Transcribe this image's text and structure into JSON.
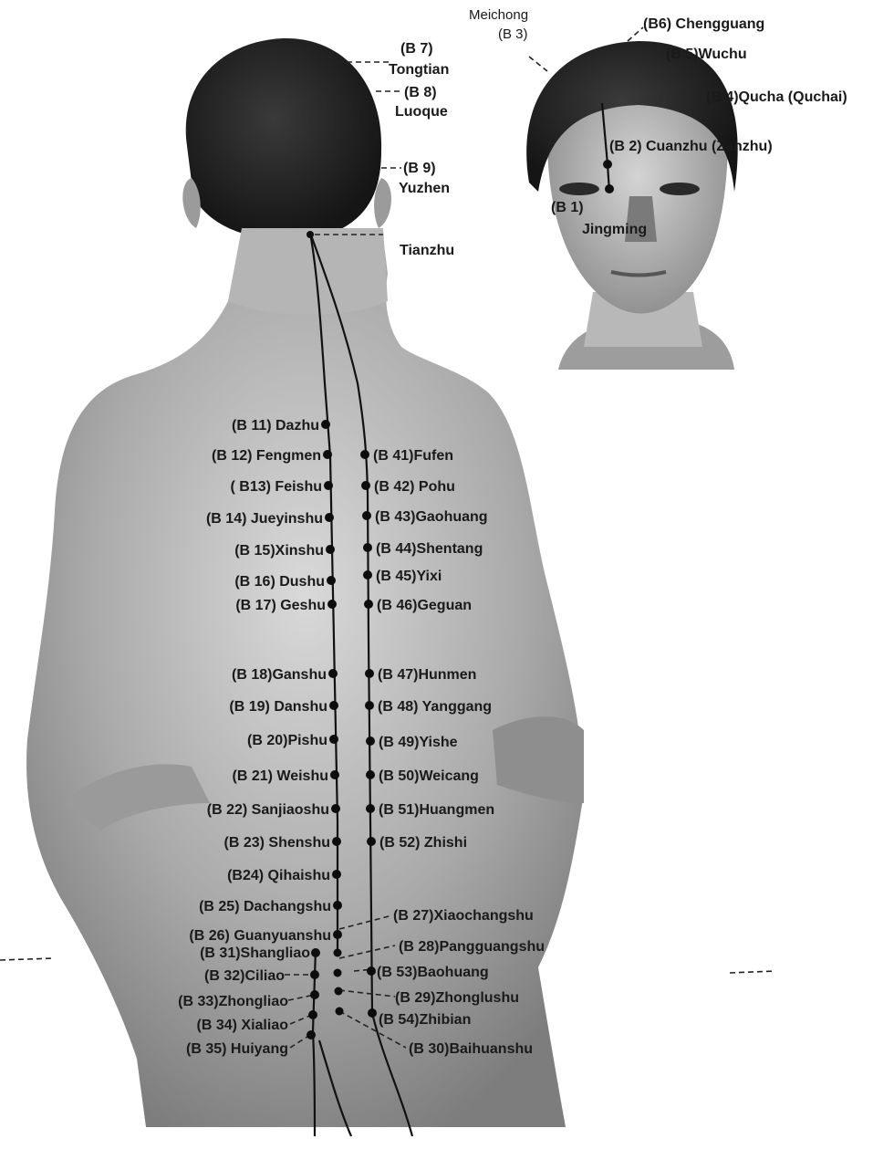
{
  "head_labels": {
    "b7_code": "(B 7)",
    "b7_name": "Tongtian",
    "b8_code": "(B 8)",
    "b8_name": "Luoque",
    "b9_code": "(B 9)",
    "b9_name": "Yuzhen",
    "b10_name": "Tianzhu"
  },
  "face_labels": {
    "b3_name": "Meichong",
    "b3_code": "(B 3)",
    "b6": "(B6) Chengguang",
    "b5": "(B 5)Wuchu",
    "b4": "(B 4)Qucha (Quchai)",
    "b2": "(B 2) Cuanzhu (Zanzhu)",
    "b1_code": "(B 1)",
    "b1_name": "Jingming"
  },
  "inner_line": [
    "(B 11) Dazhu",
    "(B 12) Fengmen",
    "( B13) Feishu",
    "(B 14) Jueyinshu",
    "(B 15)Xinshu",
    "(B 16) Dushu",
    "(B 17) Geshu",
    "(B 18)Ganshu",
    "(B 19) Danshu",
    "(B 20)Pishu",
    "(B 21) Weishu",
    "(B 22) Sanjiaoshu",
    "(B 23) Shenshu",
    "(B24) Qihaishu",
    "(B 25) Dachangshu",
    "(B 26) Guanyuanshu"
  ],
  "outer_line": [
    "(B 41)Fufen",
    "(B 42) Pohu",
    "(B 43)Gaohuang",
    "(B 44)Shentang",
    "(B 45)Yixi",
    "(B 46)Geguan",
    "(B 47)Hunmen",
    "(B 48) Yanggang",
    "(B 49)Yishe",
    "(B 50)Weicang",
    "(B 51)Huangmen",
    "(B 52) Zhishi"
  ],
  "sacral_left": [
    "(B 31)Shangliao",
    "(B 32)Ciliao",
    "(B 33)Zhongliao",
    "(B 34) Xialiao",
    "(B 35) Huiyang"
  ],
  "sacral_right": [
    "(B 27)Xiaochangshu",
    "(B 28)Pangguangshu",
    "(B 53)Baohuang",
    "(B 29)Zhonglushu",
    "(B 54)Zhibian",
    "(B 30)Baihuanshu"
  ]
}
